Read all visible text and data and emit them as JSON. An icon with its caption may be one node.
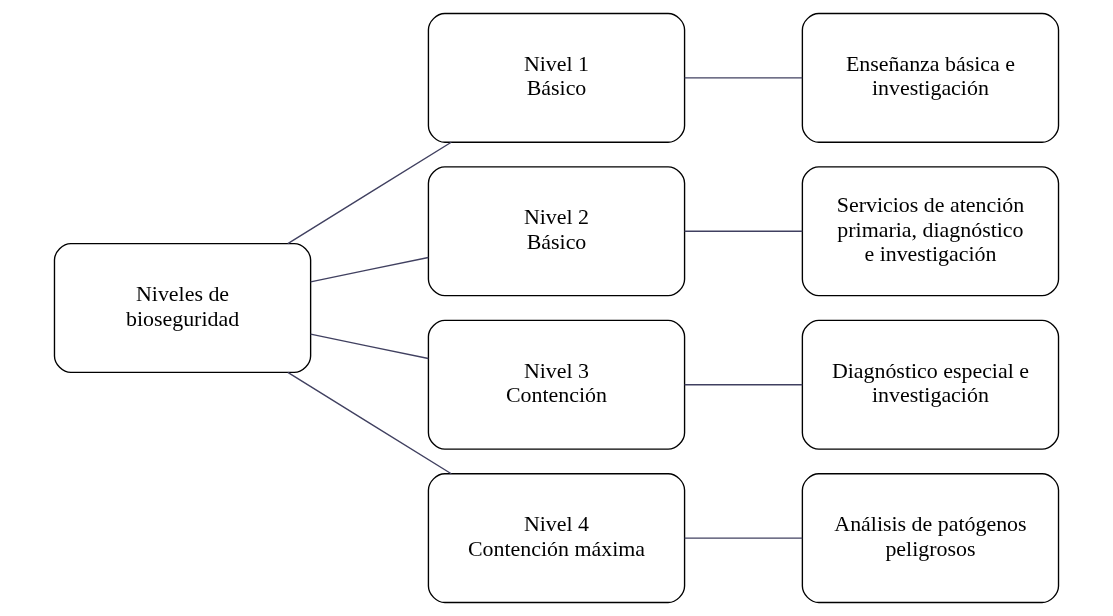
{
  "diagram": {
    "nodes": [
      {
        "text": [
          "Niveles de bioseguridad"
        ]
      },
      {
        "text": [
          "Nivel 1",
          "Básico"
        ]
      },
      {
        "text": [
          "Nivel 2",
          "Básico"
        ]
      },
      {
        "text": [
          "Nivel 3",
          "Contención"
        ]
      },
      {
        "text": [
          "Nivel 4",
          "Contención máxima"
        ]
      },
      {
        "text": [
          "Enseñanza básica e investigación"
        ]
      },
      {
        "text": [
          "Servicios de atención primaria, diagnóstico e investigación"
        ]
      },
      {
        "text": [
          "Diagnóstico especial e investigación"
        ]
      },
      {
        "text": [
          "Análisis de patógenos peligrosos"
        ]
      }
    ],
    "edges": [
      {
        "from": 0,
        "to": 1,
        "arrow": "none"
      },
      {
        "from": 0,
        "to": 2,
        "arrow": "none"
      },
      {
        "from": 0,
        "to": 3,
        "arrow": "none"
      },
      {
        "from": 0,
        "to": 4,
        "arrow": "none"
      },
      {
        "from": 1,
        "to": 5,
        "arrow": "none"
      },
      {
        "from": 2,
        "to": 6,
        "arrow": "none"
      },
      {
        "from": 3,
        "to": 7,
        "arrow": "none"
      },
      {
        "from": 4,
        "to": 8,
        "arrow": "none"
      }
    ]
  }
}
